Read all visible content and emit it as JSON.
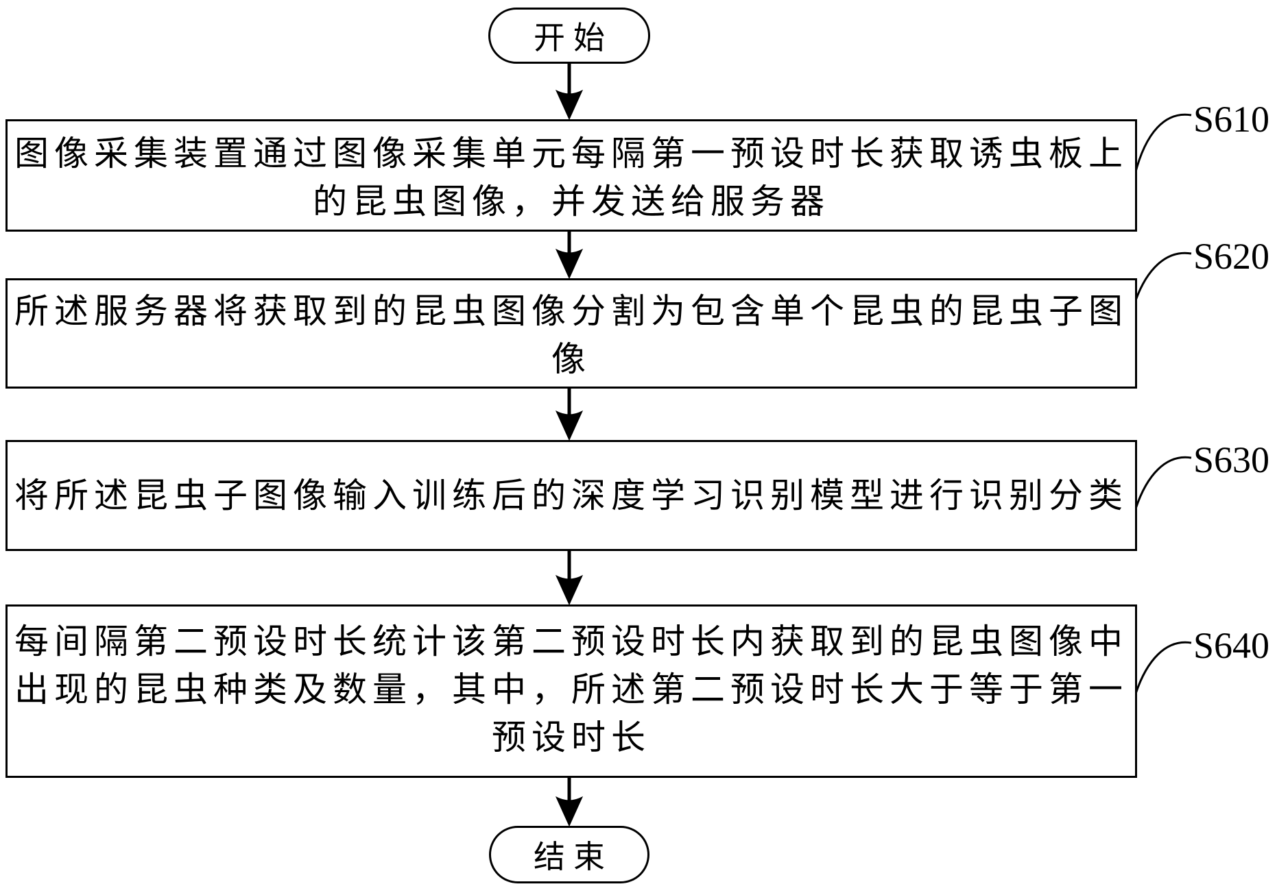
{
  "flowchart": {
    "colors": {
      "stroke": "#000000",
      "background": "#ffffff"
    },
    "start": {
      "label": "开始"
    },
    "end": {
      "label": "结束"
    },
    "steps": [
      {
        "id": "S610",
        "lines": [
          "图像采集装置通过图像采集单元每隔第一预设时长获取诱虫板上",
          "的昆虫图像，并发送给服务器"
        ]
      },
      {
        "id": "S620",
        "lines": [
          "所述服务器将获取到的昆虫图像分割为包含单个昆虫的昆虫子图",
          "像"
        ]
      },
      {
        "id": "S630",
        "lines": [
          "将所述昆虫子图像输入训练后的深度学习识别模型进行识别分类"
        ]
      },
      {
        "id": "S640",
        "lines": [
          "每间隔第二预设时长统计该第二预设时长内获取到的昆虫图像中",
          "出现的昆虫种类及数量，其中，所述第二预设时长大于等于第一",
          "预设时长"
        ]
      }
    ]
  }
}
